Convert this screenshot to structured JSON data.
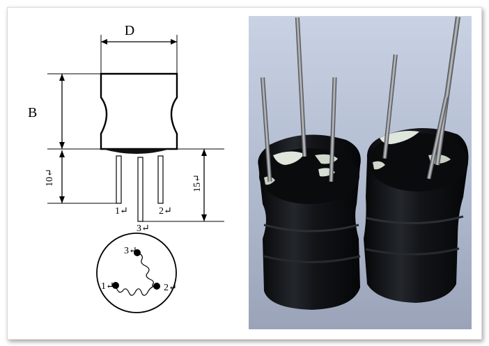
{
  "diagram": {
    "dim_diameter": "D",
    "dim_body_height": "B",
    "dim_short_lead": "10↵",
    "dim_long_lead": "15↵",
    "pin_1": "1↵",
    "pin_2": "2↵",
    "pin_3": "3↵",
    "bottom_pin_1": "1↵",
    "bottom_pin_2": "2↵",
    "bottom_pin_3": "3↵"
  },
  "photo": {
    "subject": "two black radial inductors with three wire leads"
  },
  "colors": {
    "line": "#000000",
    "photo_bg": "#b9c3d8",
    "component_body": "#0f1114",
    "lead_metal": "#8d8f92"
  }
}
